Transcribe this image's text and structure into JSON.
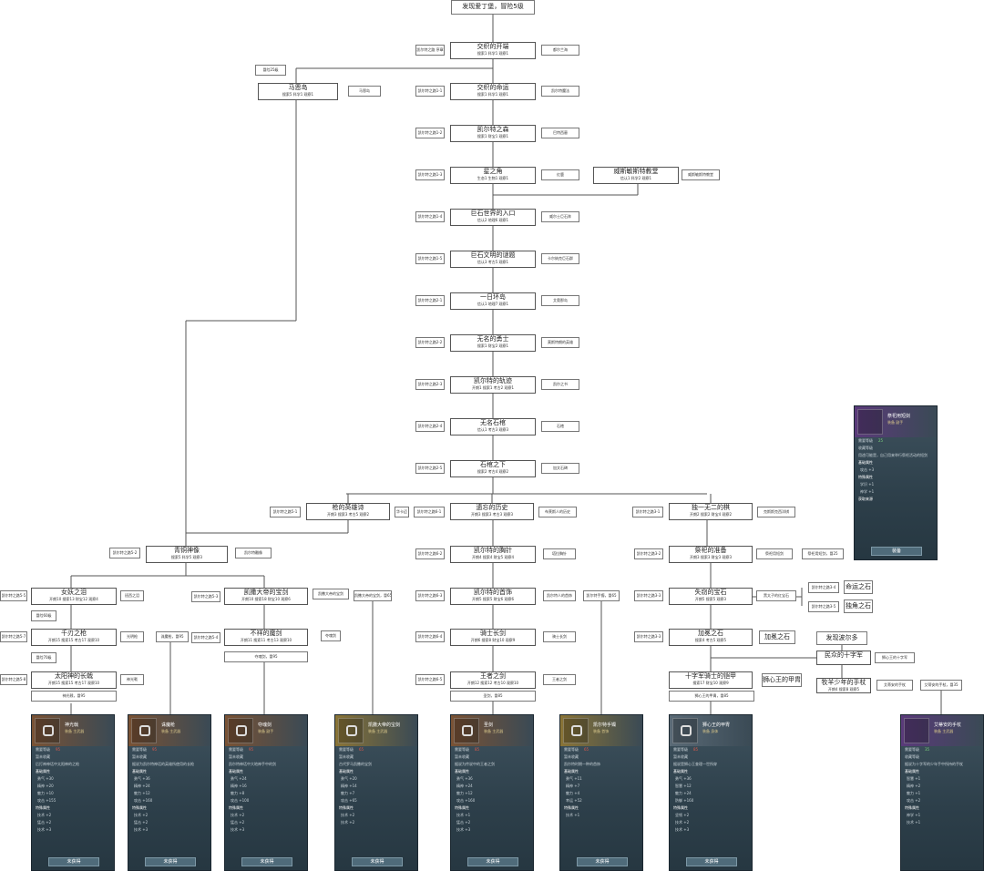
{
  "colors": {
    "line": "#555555",
    "card_blue": "#2d3f4a",
    "card_brown": "#7a5234",
    "card_gold": "#8a7436",
    "card_purple": "#5a3a7a"
  },
  "root": {
    "title": "发现爱丁堡，冒险5级"
  },
  "spine": [
    {
      "title": "交织的开端",
      "stats": "搜索1 科学1 观察1",
      "left": "凯尔特之路 序章",
      "right": "都尔兰海"
    },
    {
      "title": "交织的命运",
      "stats": "搜索1 科学1 观察1",
      "left": "凯尔特之路1-1",
      "right": "凯尔特魔法"
    },
    {
      "title": "凯尔特之森",
      "stats": "搜索1 财宝1 观察1",
      "left": "凯尔特之路1-2",
      "right": "巴特西墓"
    },
    {
      "title": "星之角",
      "stats": "生态1 生物1 观察1",
      "left": "凯尔特之路1-3",
      "right": "红鹿"
    },
    {
      "title": "巨石世界的入口",
      "stats": "信认2 地理6 观察1",
      "left": "凯尔特之路1-4",
      "right": "威尔士巨石阵"
    },
    {
      "title": "巨石文明的谜题",
      "stats": "信认3 考古5 观察1",
      "left": "凯尔特之路1-5",
      "right": "卡尔纳克巨石群"
    },
    {
      "title": "一日环岛",
      "stats": "信认1 地理7 观察1",
      "left": "凯尔特之路2-1",
      "right": "艾奥那岛"
    },
    {
      "title": "无名的勇士",
      "stats": "搜索1 财宝2 观察1",
      "left": "凯尔特之路2-2",
      "right": "莫斯特朗的英雄"
    },
    {
      "title": "凯尔特的轨迹",
      "stats": "开朗1 搜索1 考古2 观察1",
      "left": "凯尔特之路2-3",
      "right": "凯尔之书"
    },
    {
      "title": "无名石棺",
      "stats": "信认1 考古3 观察3",
      "left": "凯尔特之路2-4",
      "right": "石棺"
    },
    {
      "title": "石棺之下",
      "stats": "搜索2 考古4 观察2",
      "left": "凯尔特之路2-5",
      "right": "加文石碑"
    }
  ],
  "branch_top": {
    "title": "马恩岛",
    "stats": "搜索5 科学1 观察1",
    "right": "马恩岛",
    "note": "冒险25级"
  },
  "branch_top2": {
    "title": "威斯敏斯特教堂",
    "stats": "信认1 科学2 观察1",
    "right": "威斯敏斯特教堂"
  },
  "row5": [
    {
      "title": "枪的英雄诗",
      "stats": "开朗3 搜索3 考古5 观察2",
      "left": "凯尔特之路5-1",
      "right": "华卡迈"
    },
    {
      "title": "遗忘的历史",
      "stats": "开朗3 搜索3 考古3 观察3",
      "left": "凯尔特之路6-1",
      "right": "布莱斯人的历史"
    },
    {
      "title": "独一无二的棋",
      "stats": "开朗2 搜索2 财宝4 观察2",
      "left": "凯尔特之路3-1",
      "right": "克斯斯克西洋棋"
    }
  ],
  "col_a": [
    {
      "title": "青铜神像",
      "stats": "搜索5 科学5 观察3",
      "left": "凯尔特之路5-2",
      "right": "凯尔特雕像"
    }
  ],
  "col_b": [
    {
      "title": "女妖之泪",
      "stats": "开朗10 搜索13 财宝12 观察4",
      "left": "凯尔特之路5-5",
      "right": "班西之泪",
      "note": "冒险60级"
    },
    {
      "title": "千刃之枪",
      "stats": "开朗15 搜索15 考古17 观察10",
      "left": "凯尔特之路5-7",
      "right": "光明枪",
      "note": "冒险70级"
    },
    {
      "title": "太阳神的长戟",
      "stats": "开朗15 搜索15 考古17 观察10",
      "left": "凯尔特之路5-8",
      "right": "神光戟",
      "note": "神光戟，冒95"
    }
  ],
  "col_c": [
    {
      "title": "凯撒大帝的宝剑",
      "stats": "开朗10 搜索18 财宝10 观察6",
      "left": "凯尔特之路5-3",
      "right": "凯撒大帝的宝剑"
    },
    {
      "title": "不祥的魔剑",
      "stats": "开朗11 搜索11 考古13 观察10",
      "left": "凯尔特之路5-4",
      "right": "夺魂剑",
      "note": "夺魂剑，冒95"
    }
  ],
  "mid_notes": {
    "c_spear": "诛魔枪，冒95",
    "c_sword": "凯撒大帝的宝剑，冒65"
  },
  "col_d": [
    {
      "title": "凯尔特的胸针",
      "stats": "开朗4 搜索4 财宝5 观察4",
      "left": "凯尔特之路6-2",
      "right": "塔拉胸针"
    },
    {
      "title": "凯尔特的首饰",
      "stats": "开朗5 搜索5 财宝6 观察6",
      "left": "凯尔特之路6-3",
      "right": "凯尔特人的首饰"
    },
    {
      "title": "骑士长剑",
      "stats": "开朗6 搜索8 财宝10 观察9",
      "left": "凯尔特之路6-4",
      "right": "骑士长剑"
    },
    {
      "title": "王者之剑",
      "stats": "开朗12 搜索12 考古10 观察10",
      "left": "凯尔特之路6-5",
      "right": "王者之剑",
      "note": "圣剑，冒85"
    }
  ],
  "gauntlet_note": "凯尔特手镯，冒65",
  "col_e": [
    {
      "title": "祭祀的准备",
      "stats": "开朗3 搜索3 财宝3 观察3",
      "left": "凯尔特之路3-2",
      "right": "祭祀用短剑",
      "note": "祭祀用短剑，冒25"
    },
    {
      "title": "失窃的宝石",
      "stats": "开朗5 搜索5 观察3",
      "left": "凯尔特之路3-3",
      "right": "黑太子的红宝石"
    },
    {
      "title": "加冕之石",
      "stats": "搜索4 考古5 观察5",
      "left": "凯尔特之路3-3",
      "right": "加冕之石"
    },
    {
      "title": "十字军骑士的铠甲",
      "stats": "搜索17 财宝10 观察9",
      "left": "",
      "right": "狮心王的甲胄",
      "note": "狮心王的甲胄，冒85"
    }
  ],
  "side_e": {
    "a": "凯尔特之路3-4",
    "b": "凯尔特之路3-5",
    "a_big": "命运之石",
    "b_big": "独角之石",
    "discover": "发现波尔多",
    "cross": "民众的十字军",
    "cross_sub": "狮心王的十字军",
    "boy": "牧羊少年的手杖",
    "boy_stats": "开朗4 搜索8 观察5",
    "boy_side": "艾蒂安的手杖",
    "boy_note": "艾蒂安的手杖，冒35"
  },
  "cards": [
    {
      "name": "神光戟",
      "type": "装备 主武器",
      "req": "需要等级",
      "lv": "95",
      "rows": [
        "暂未收藏",
        "后打神神话中太阳神的之枪"
      ],
      "s1": "基础属性",
      "st": [
        "勇气 +30",
        "精神 +20",
        "魅力 +10",
        "攻击 +155"
      ],
      "s2": "特殊属性",
      "sp": [
        "技术 +2",
        "猛击 +2",
        "技术 +3"
      ],
      "btn": "未获得",
      "color": "#7a5234"
    },
    {
      "name": "诛魔枪",
      "type": "装备 主武器",
      "req": "需要等级",
      "lv": "95",
      "rows": [
        "暂未收藏",
        "据说为凯尔特神话的英雄所使用的长枪"
      ],
      "s1": "基础属性",
      "st": [
        "勇气 +36",
        "精神 +24",
        "魅力 +12",
        "攻击 +160"
      ],
      "s2": "特殊属性",
      "sp": [
        "技术 +2",
        "猛击 +2",
        "技术 +3"
      ],
      "btn": "未获得",
      "color": "#7a5234"
    },
    {
      "name": "夺魂剑",
      "type": "装备 副手",
      "req": "需要等级",
      "lv": "95",
      "rows": [
        "暂未收藏",
        "凯尔特神话中大地神手中的剑"
      ],
      "s1": "基础属性",
      "st": [
        "勇气 +24",
        "精神 +16",
        "魅力 +8",
        "攻击 +100"
      ],
      "s2": "特殊属性",
      "sp": [
        "技术 +2",
        "猛击 +2",
        "技术 +3"
      ],
      "btn": "未获得",
      "color": "#7a5234"
    },
    {
      "name": "凯撒大帝的宝剑",
      "type": "装备 主武器",
      "req": "需要等级",
      "lv": "65",
      "rows": [
        "暂未收藏",
        "古代罗马凯撒的宝剑"
      ],
      "s1": "基础属性",
      "st": [
        "勇气 +20",
        "精神 +14",
        "魅力 +7",
        "攻击 +65"
      ],
      "s2": "特殊属性",
      "sp": [
        "技术 +2",
        "技术 +2"
      ],
      "btn": "未获得",
      "color": "#8a7436"
    },
    {
      "name": "圣剑",
      "type": "装备 主武器",
      "req": "需要等级",
      "lv": "85",
      "rows": [
        "暂未收藏",
        "据说为传说中的王者之剑"
      ],
      "s1": "基础属性",
      "st": [
        "勇气 +36",
        "精神 +24",
        "魅力 +12",
        "攻击 +160"
      ],
      "s2": "特殊属性",
      "sp": [
        "技术 +1",
        "猛击 +2",
        "技术 +3"
      ],
      "btn": "未获得",
      "color": "#7a5234"
    },
    {
      "name": "凯尔特手镯",
      "type": "装备 首饰",
      "req": "需要等级",
      "lv": "65",
      "rows": [
        "暂未收藏",
        "凯尔特时期一种的首饰"
      ],
      "s1": "基础属性",
      "st": [
        "勇气 +11",
        "精神 +7",
        "魅力 +4",
        "幸运 +52"
      ],
      "s2": "特殊属性",
      "sp": [
        "技术 +1"
      ],
      "btn": "未获得",
      "color": "#8a7436"
    },
    {
      "name": "狮心王的甲胄",
      "type": "装备 身体",
      "req": "需要等级",
      "lv": "85",
      "rows": [
        "暂未收藏",
        "据说是狮心王查理一世所穿"
      ],
      "s1": "基础属性",
      "st": [
        "勇气 +36",
        "智慧 +12",
        "魅力 +24",
        "防御 +160"
      ],
      "s2": "特殊属性",
      "sp": [
        "坚韧 +2",
        "技术 +2",
        "技术 +3"
      ],
      "btn": "未获得",
      "color": "#5a6a76"
    },
    {
      "name": "艾蒂安的手杖",
      "type": "装备 主武器",
      "req": "需要等级",
      "lv": "35",
      "rows": [
        "收藏等级",
        "据说为十字军的少年手中所持的手杖"
      ],
      "s1": "基础属性",
      "st": [
        "智慧 +1",
        "精神 +2",
        "魅力 +1",
        "攻击 +2"
      ],
      "s2": "特殊属性",
      "sp": [
        "神学 +1",
        "技术 +1"
      ],
      "btn": "",
      "color": "#5a3a7a"
    },
    {
      "name": "祭祀用短剑",
      "type": "装备 副手",
      "req": "需要等级",
      "lv": "25",
      "rows": [
        "收藏等级",
        "用途可能是，自己用来举行祭祀活动的短剑"
      ],
      "s1": "基础属性",
      "st": [
        "攻击 +3"
      ],
      "s2": "特殊属性",
      "sp": [
        "学识 +1",
        "神学 +1"
      ],
      "s3": "获取来源",
      "btn": "装备",
      "color": "#5a3a7a"
    }
  ]
}
